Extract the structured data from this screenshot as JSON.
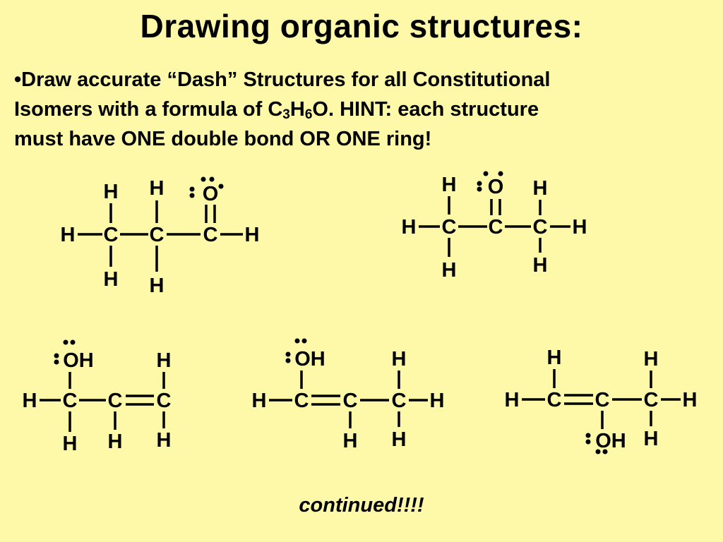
{
  "title": "Drawing organic structures:",
  "prompt": {
    "line1": "•Draw accurate “Dash” Structures for all Constitutional",
    "line2_pre": "Isomers with a formula of C",
    "sub_c": "3",
    "h": "H",
    "sub_h": "6",
    "line2_post": "O.  HINT: each structure",
    "line3": "must have ONE double bond OR ONE ring!"
  },
  "atoms": {
    "carbon": "C",
    "hydrogen": "H",
    "oxygen": "O",
    "hydroxyl": "OH"
  },
  "structures": [
    {
      "id": "propanal",
      "atoms": [
        {
          "id": "H1",
          "label": "H"
        },
        {
          "id": "C1",
          "label": "C"
        },
        {
          "id": "H2",
          "label": "H"
        },
        {
          "id": "H3",
          "label": "H"
        },
        {
          "id": "C2",
          "label": "C"
        },
        {
          "id": "H4",
          "label": "H"
        },
        {
          "id": "H5",
          "label": "H"
        },
        {
          "id": "C3",
          "label": "C"
        },
        {
          "id": "O1",
          "label": "O",
          "lone_pairs": 2
        },
        {
          "id": "H6",
          "label": "H"
        }
      ],
      "bonds": [
        [
          "H1",
          "C1",
          1
        ],
        [
          "C1",
          "C2",
          1
        ],
        [
          "C2",
          "C3",
          1
        ],
        [
          "C3",
          "H6",
          1
        ],
        [
          "C1",
          "H2",
          1
        ],
        [
          "C1",
          "H3",
          1
        ],
        [
          "C2",
          "H4",
          1
        ],
        [
          "C2",
          "H5",
          1
        ],
        [
          "C3",
          "O1",
          2
        ]
      ]
    },
    {
      "id": "acetone",
      "atoms": [
        {
          "id": "H1",
          "label": "H"
        },
        {
          "id": "C1",
          "label": "C"
        },
        {
          "id": "H2",
          "label": "H"
        },
        {
          "id": "H3",
          "label": "H"
        },
        {
          "id": "C2",
          "label": "C"
        },
        {
          "id": "O1",
          "label": "O",
          "lone_pairs": 2
        },
        {
          "id": "C3",
          "label": "C"
        },
        {
          "id": "H4",
          "label": "H"
        },
        {
          "id": "H5",
          "label": "H"
        },
        {
          "id": "H6",
          "label": "H"
        }
      ],
      "bonds": [
        [
          "H1",
          "C1",
          1
        ],
        [
          "C1",
          "C2",
          1
        ],
        [
          "C2",
          "C3",
          1
        ],
        [
          "C3",
          "H6",
          1
        ],
        [
          "C1",
          "H2",
          1
        ],
        [
          "C1",
          "H3",
          1
        ],
        [
          "C2",
          "O1",
          2
        ],
        [
          "C3",
          "H4",
          1
        ],
        [
          "C3",
          "H5",
          1
        ]
      ]
    },
    {
      "id": "allyl-alcohol",
      "atoms": [
        {
          "id": "O1",
          "label": "OH",
          "lone_pairs": 2
        },
        {
          "id": "H1",
          "label": "H"
        },
        {
          "id": "C1",
          "label": "C"
        },
        {
          "id": "H2",
          "label": "H"
        },
        {
          "id": "C2",
          "label": "C"
        },
        {
          "id": "H3",
          "label": "H"
        },
        {
          "id": "C3",
          "label": "C"
        },
        {
          "id": "H4",
          "label": "H"
        },
        {
          "id": "H5",
          "label": "H"
        }
      ],
      "bonds": [
        [
          "H1",
          "C1",
          1
        ],
        [
          "C1",
          "C2",
          1
        ],
        [
          "C2",
          "C3",
          2
        ],
        [
          "C1",
          "O1",
          1
        ],
        [
          "C1",
          "H2",
          1
        ],
        [
          "C2",
          "H3",
          1
        ],
        [
          "C3",
          "H4",
          1
        ],
        [
          "C3",
          "H5",
          1
        ]
      ]
    },
    {
      "id": "prop-1-en-1-ol",
      "atoms": [
        {
          "id": "O1",
          "label": "OH",
          "lone_pairs": 2
        },
        {
          "id": "H1",
          "label": "H"
        },
        {
          "id": "C1",
          "label": "C"
        },
        {
          "id": "C2",
          "label": "C"
        },
        {
          "id": "H2",
          "label": "H"
        },
        {
          "id": "C3",
          "label": "C"
        },
        {
          "id": "H3",
          "label": "H"
        },
        {
          "id": "H4",
          "label": "H"
        },
        {
          "id": "H5",
          "label": "H"
        }
      ],
      "bonds": [
        [
          "H1",
          "C1",
          1
        ],
        [
          "C1",
          "C2",
          2
        ],
        [
          "C2",
          "C3",
          1
        ],
        [
          "C3",
          "H5",
          1
        ],
        [
          "C1",
          "O1",
          1
        ],
        [
          "C2",
          "H2",
          1
        ],
        [
          "C3",
          "H3",
          1
        ],
        [
          "C3",
          "H4",
          1
        ]
      ]
    },
    {
      "id": "prop-1-en-2-ol",
      "atoms": [
        {
          "id": "H1",
          "label": "H"
        },
        {
          "id": "C1",
          "label": "C"
        },
        {
          "id": "H2",
          "label": "H"
        },
        {
          "id": "C2",
          "label": "C"
        },
        {
          "id": "O1",
          "label": "OH",
          "lone_pairs": 2
        },
        {
          "id": "C3",
          "label": "C"
        },
        {
          "id": "H3",
          "label": "H"
        },
        {
          "id": "H4",
          "label": "H"
        },
        {
          "id": "H5",
          "label": "H"
        }
      ],
      "bonds": [
        [
          "H1",
          "C1",
          1
        ],
        [
          "C1",
          "C2",
          2
        ],
        [
          "C2",
          "C3",
          1
        ],
        [
          "C3",
          "H5",
          1
        ],
        [
          "C1",
          "H2",
          1
        ],
        [
          "C2",
          "O1",
          1
        ],
        [
          "C3",
          "H3",
          1
        ],
        [
          "C3",
          "H4",
          1
        ]
      ]
    }
  ],
  "footer": "continued!!!!"
}
